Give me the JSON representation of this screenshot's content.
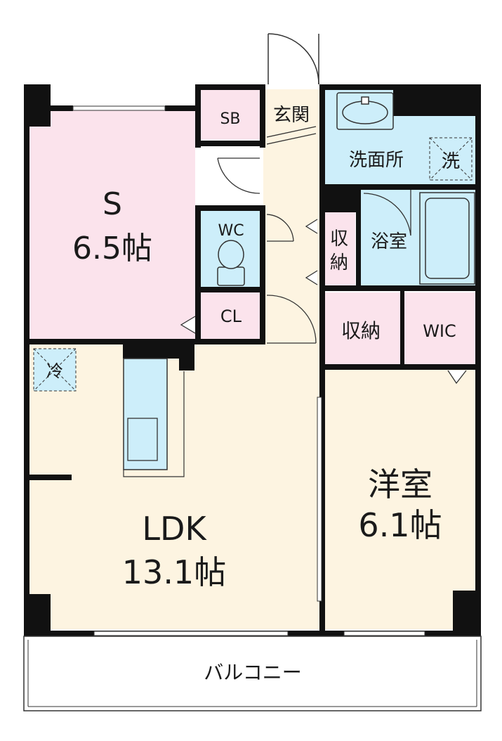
{
  "rooms": {
    "s_room": {
      "name": "S",
      "size": "6.5帖"
    },
    "ldk": {
      "name": "LDK",
      "size": "13.1帖"
    },
    "western": {
      "name": "洋室",
      "size": "6.1帖"
    },
    "sb": "SB",
    "entrance": "玄関",
    "washroom": "洗面所",
    "washer_mark": "洗",
    "wc": "WC",
    "bath": "浴室",
    "storage_hall_1": "収",
    "storage_hall_2": "納",
    "cl": "CL",
    "storage": "収納",
    "wic": "WIC",
    "fridge_mark": "冷",
    "balcony": "バルコニー"
  },
  "colors": {
    "s_room": "#fbe3ec",
    "ldk": "#fdf4e1",
    "wet_area": "#cdeefa",
    "storage": "#fbe3ec",
    "wall": "#111111"
  }
}
